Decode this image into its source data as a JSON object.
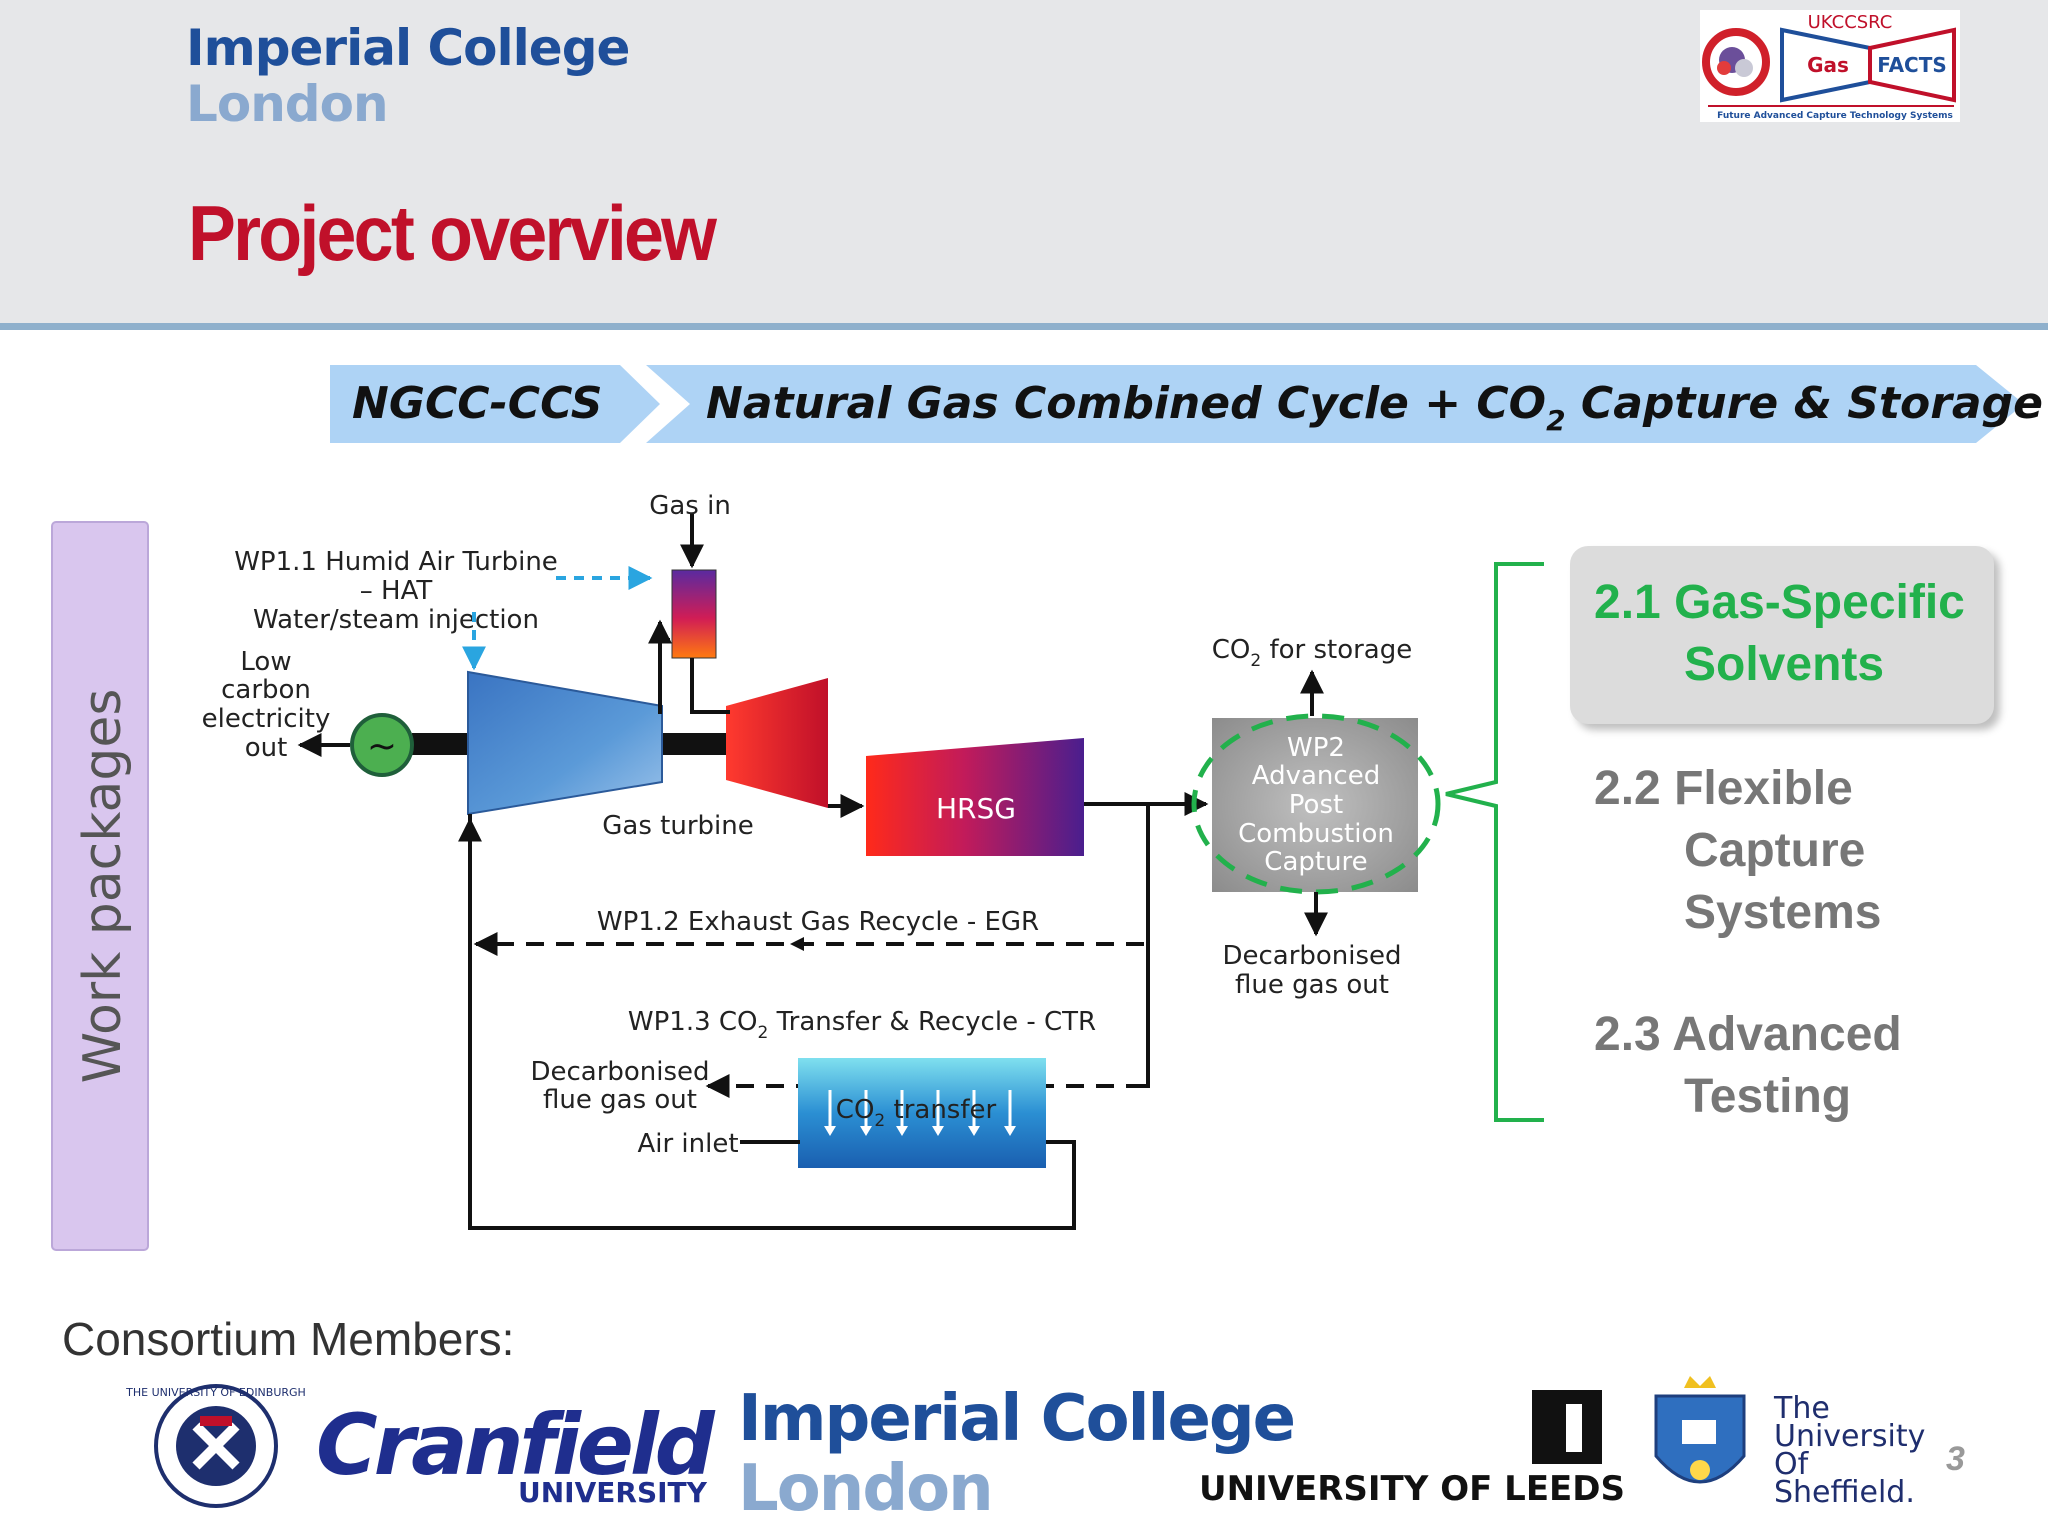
{
  "header": {
    "logo_line1": "Imperial College",
    "logo_line2": "London",
    "title": "Project overview",
    "gasfacts_logo": {
      "top": "UKCCSRC",
      "left": "Gas",
      "right": "FACTS",
      "tagline": "Future Advanced Capture Technology Systems"
    }
  },
  "banner": {
    "short": "NGCC-CCS",
    "long_prefix": "Natural Gas Combined Cycle + CO",
    "long_sub": "2",
    "long_suffix": " Capture & Storage"
  },
  "work_packages_label": "Work packages",
  "diagram": {
    "gas_in": "Gas in",
    "wp11_line1": "WP1.1 Humid Air Turbine",
    "wp11_line2": "– HAT",
    "wp11_line3": "Water/steam injection",
    "low_carbon": [
      "Low",
      "carbon",
      "electricity",
      "out"
    ],
    "generator_symbol": "~",
    "gas_turbine": "Gas turbine",
    "hrsg": "HRSG",
    "co2_storage_prefix": "CO",
    "co2_storage_sub": "2",
    "co2_storage_suffix": " for storage",
    "wp2": [
      "WP2",
      "Advanced",
      "Post",
      "Combustion",
      "Capture"
    ],
    "decarb_right": [
      "Decarbonised",
      "flue gas out"
    ],
    "wp12": "WP1.2 Exhaust Gas Recycle - EGR",
    "wp13_prefix": "WP1.3 CO",
    "wp13_sub": "2",
    "wp13_suffix": " Transfer & Recycle - CTR",
    "decarb_left": [
      "Decarbonised",
      "flue gas out"
    ],
    "air_inlet": "Air inlet",
    "co2_transfer_prefix": "CO",
    "co2_transfer_sub": "2",
    "co2_transfer_suffix": " transfer"
  },
  "right_list": [
    {
      "num": "2.1",
      "line1": "Gas-Specific",
      "line2": "Solvents",
      "line3": ""
    },
    {
      "num": "2.2",
      "line1": "Flexible",
      "line2": "Capture",
      "line3": "Systems"
    },
    {
      "num": "2.3",
      "line1": "Advanced",
      "line2": "Testing",
      "line3": ""
    }
  ],
  "consortium_label": "Consortium Members:",
  "members": {
    "edinburgh_ring": "THE UNIVERSITY OF EDINBURGH",
    "cranfield": "Cranfield",
    "cranfield_sub": "UNIVERSITY",
    "imperial_line1": "Imperial College",
    "imperial_line2": "London",
    "leeds": "UNIVERSITY OF LEEDS",
    "sheffield": [
      "The",
      "University",
      "Of",
      "Sheffield."
    ]
  },
  "page_number": "3",
  "colors": {
    "title_red": "#c0102a",
    "green_accent": "#22b14c",
    "banner_blue": "#aed3f5",
    "wp_purple": "#d9c6ee",
    "imperial_blue": "#1f4f9a"
  }
}
